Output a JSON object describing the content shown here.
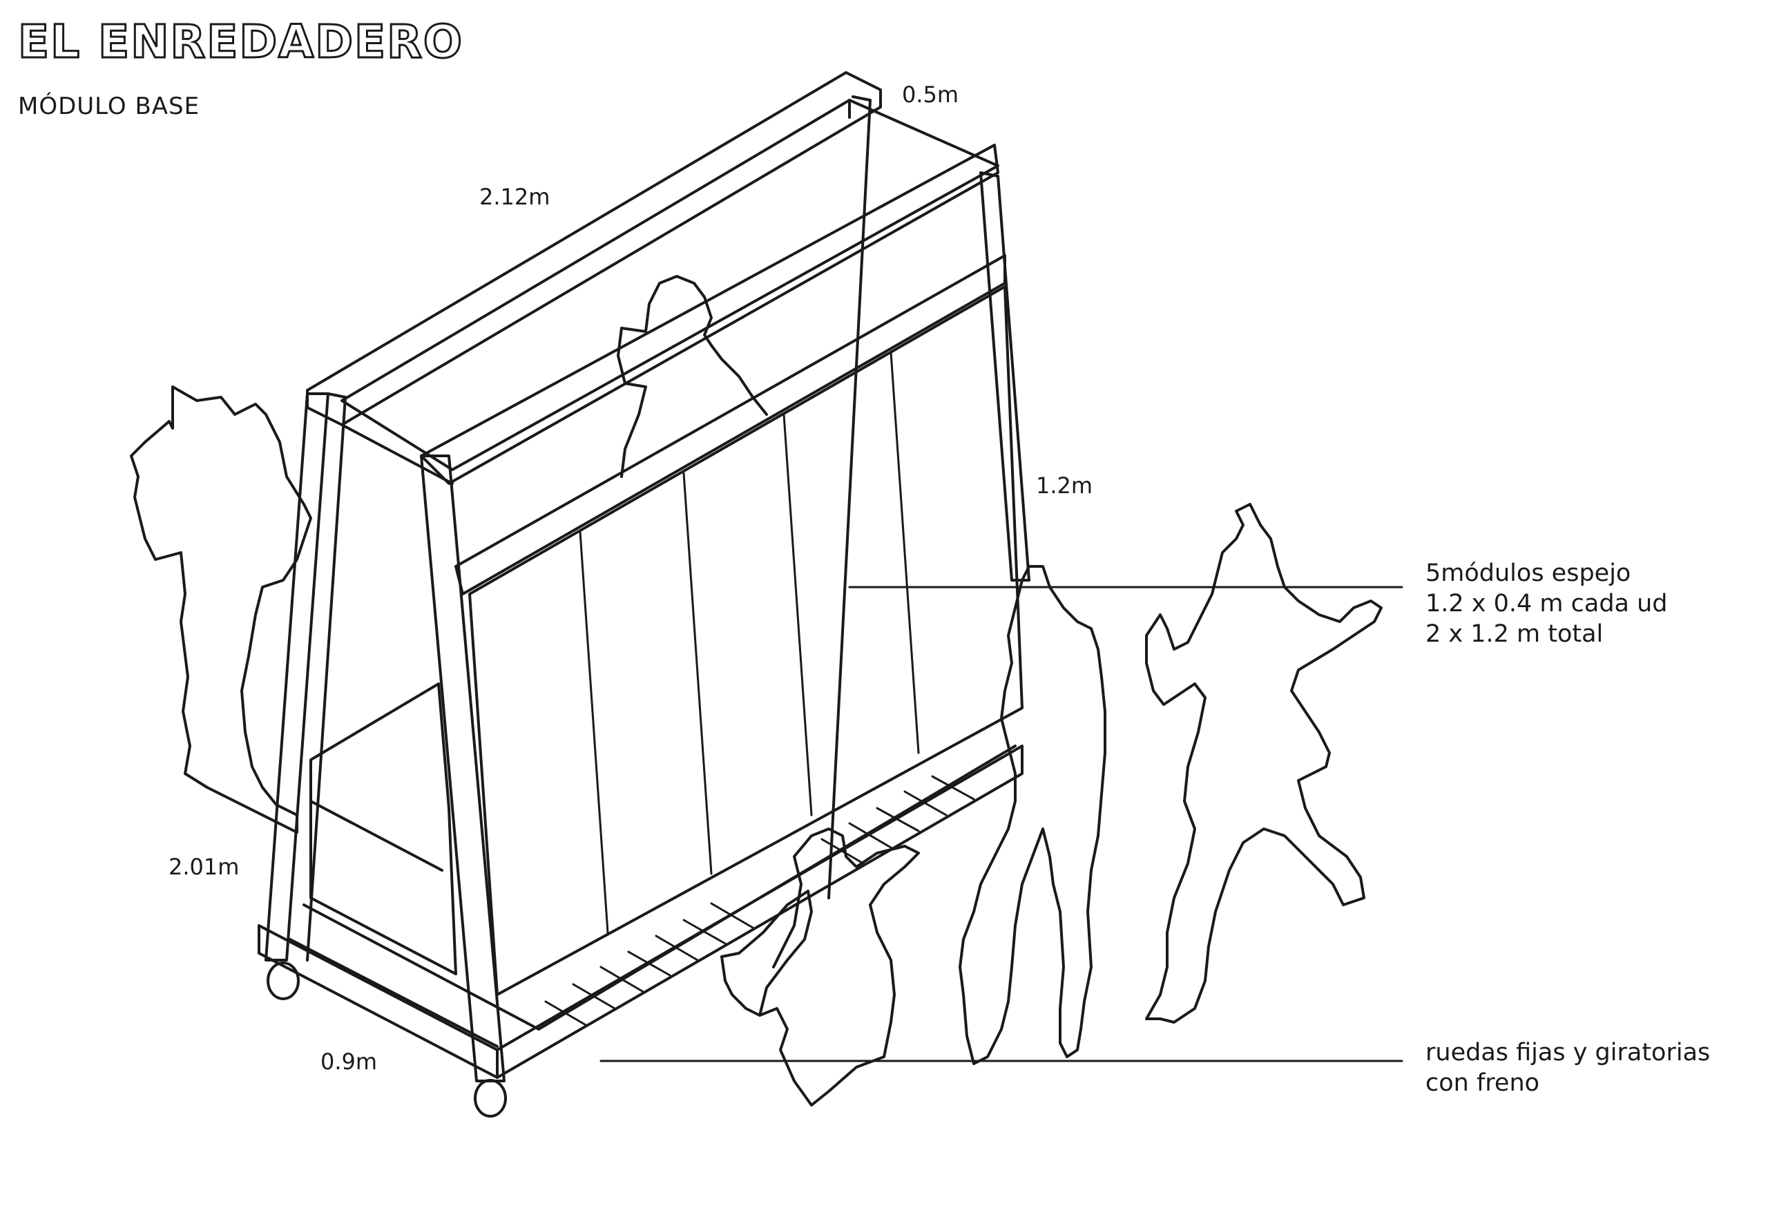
{
  "header": {
    "logo": "EL ENREDADERO",
    "subtitle": "MÓDULO BASE"
  },
  "dimensions": {
    "depth_top": "0.5m",
    "length_top": "2.12m",
    "height_mirror": "1.2m",
    "height_total": "2.01m",
    "width_base": "0.9m"
  },
  "notes": {
    "mirrors": [
      "5módulos espejo",
      "1.2 x 0.4 m cada ud",
      "2 x 1.2 m total"
    ],
    "wheels": [
      "ruedas fijas y giratorias",
      "con freno"
    ]
  },
  "colors": {
    "ink": "#1a1a1a",
    "paper": "#ffffff"
  }
}
